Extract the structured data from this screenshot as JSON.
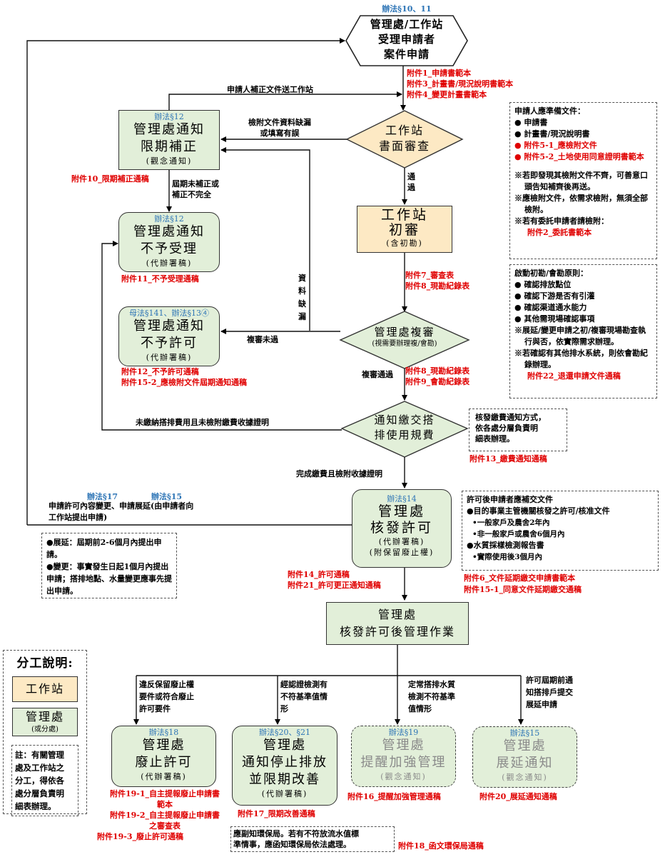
{
  "start": {
    "law": "辦法§10、11",
    "lines": [
      "管理處/工作站",
      "受理申請者",
      "案件申請"
    ],
    "attachments": [
      "附件1_申請書範本",
      "附件3_計畫書/現況說明書範本",
      "附件4_變更計畫書範本"
    ]
  },
  "resubmit_label": "申請人補正文件送工作站",
  "review_station": {
    "lines": [
      "工作站",
      "書面審查"
    ]
  },
  "missing_docs_label": [
    "檢附文件資料缺漏",
    "或填寫有誤"
  ],
  "pass_label": [
    "通",
    "過"
  ],
  "notify_correction": {
    "law": "辦法§12",
    "lines": [
      "管理處通知",
      "限期補正"
    ],
    "sub": "(觀念通知)",
    "attachment": "附件10_限期補正通稿"
  },
  "overdue_label": [
    "屆期未補正或",
    "補正不完全"
  ],
  "reject_accept": {
    "law": "辦法§12",
    "lines": [
      "管理處通知",
      "不予受理"
    ],
    "sub": "(代辦署稿)",
    "attachment": "附件11_不予受理通稿"
  },
  "data_missing_label": [
    "資",
    "料",
    "缺",
    "漏"
  ],
  "initial_review": {
    "lines": [
      "工作站",
      "初審"
    ],
    "sub": "(含初勘)",
    "attachments": [
      "附件7_審查表",
      "附件8_現勘紀錄表"
    ]
  },
  "reject_permit": {
    "law": "母法§141、辦法§13④",
    "lines": [
      "管理處通知",
      "不予許可"
    ],
    "sub": "(代辦署稿)",
    "attachments": [
      "附件12_不予許可通稿",
      "附件15-2_應檢附文件屆期通知通稿"
    ]
  },
  "second_review": {
    "lines": [
      "管理處複審"
    ],
    "sub": "(視需要辦理複/會勘)",
    "fail_label": "複審未過",
    "pass_label": "複審通過",
    "attachments": [
      "附件8_現勘紀錄表",
      "附件9_會勘紀錄表"
    ]
  },
  "fee_notice": {
    "lines": [
      "通知繳交搭",
      "排使用規費"
    ],
    "unpaid_label": "未繳納搭排費用且未檢附繳費收據證明",
    "paid_label": "完成繳費且檢附收據證明",
    "note": [
      "核發繳費通知方式，",
      "依各處分層負責明",
      "細表辦理。"
    ],
    "attachment": "附件13_繳費通知通稿"
  },
  "applicant_docs_note": {
    "title": "申請人應準備文件：",
    "bullets": [
      {
        "text": "申請書",
        "red": false
      },
      {
        "text": "計畫書/現況說明書",
        "red": false
      },
      {
        "text": "附件5-1_應檢附文件",
        "red": true
      },
      {
        "text": "附件5-2_土地使用同意證明書範本",
        "red": true
      }
    ],
    "remarks": [
      "※若即發現其檢附文件不齊，可善意口頭告知補齊後再送。",
      "※應檢附文件，依需求檢附，無須全部檢附。",
      "※若有委託申請者請檢附："
    ],
    "attachment": "附件2_委託書範本"
  },
  "inspection_note": {
    "title": "啟動初勘/會勘原則：",
    "bullets": [
      "確認排放點位",
      "確認下游是否有引灌",
      "確認渠道通水能力",
      "其他需現場確認事項"
    ],
    "remarks": [
      "※展延/變更申請之初/複審現場勘查執行與否，依實際需求辦理。",
      "※若確認有其他排水系統，則依會勘紀錄辦理。"
    ],
    "attachment": "附件22_退還申請文件通稿"
  },
  "change_extend": {
    "laws": [
      "辦法§17",
      "辦法§15"
    ],
    "label": [
      "申請許可內容變更、申請展延(由申請者向",
      "工作站提出申請)"
    ],
    "note": [
      "●展延：屆期前2-6個月內提出申請。",
      "●變更：事實發生日起1個月內提出申請；搭排地點、水量變更應事先提出申請。"
    ]
  },
  "issue_permit": {
    "law": "辦法§14",
    "lines": [
      "管理處",
      "核發許可"
    ],
    "subs": [
      "(代辦署稿)",
      "(附保留廢止權)"
    ],
    "attachments": [
      "附件14_許可通稿",
      "附件21_許可更正通知通稿"
    ]
  },
  "post_permit_docs": {
    "title": "許可後申請者應補交文件",
    "items": [
      {
        "text": "●目的事業主管機關核發之許可/核准文件",
        "level": 0
      },
      {
        "text": "•一般家戶及農舍2年內",
        "level": 1
      },
      {
        "text": "•非一般家戶或農舍6個月內",
        "level": 1
      },
      {
        "text": "●水質採樣檢測報告書",
        "level": 0
      },
      {
        "text": "•實際使用後3個月內",
        "level": 1
      }
    ],
    "attachments": [
      "附件6_文件延期繳交申請書範本",
      "附件15-1_同意文件延期繳交通稿"
    ]
  },
  "post_management": {
    "lines": [
      "管理處",
      "核發許可後管理作業"
    ]
  },
  "branches": [
    {
      "condition": [
        "違反保留廢止權",
        "要件或符合廢止",
        "許可要件"
      ],
      "law": "辦法§18",
      "lines": [
        "管理處",
        "廢止許可"
      ],
      "sub": "(代辦署稿)",
      "faded": false,
      "attachments": [
        "附件19-1_自主提報廢止申請書",
        "範本",
        "附件19-2_自主提報廢止申請書",
        "之審查表",
        "附件19-3_廢止許可通稿"
      ]
    },
    {
      "condition": [
        "經認證檢測有",
        "不符基準值情",
        "形"
      ],
      "law": "辦法§20、§21",
      "lines": [
        "管理處",
        "通知停止排放",
        "並限期改善"
      ],
      "sub": "(代辦署稿)",
      "faded": false,
      "attachments": [
        "附件17_限期改善通稿"
      ]
    },
    {
      "condition": [
        "定常搭排水質",
        "檢測不符基準",
        "值情形"
      ],
      "law": "辦法§19",
      "lines": [
        "管理處",
        "提醒加強管理"
      ],
      "sub": "(觀念通知)",
      "faded": true,
      "attachments": [
        "附件16_提醒加強管理通稿"
      ]
    },
    {
      "condition": [
        "許可屆期前通",
        "知搭排戶提交",
        "展延申請"
      ],
      "law": "辦法§15",
      "lines": [
        "管理處",
        "展延通知"
      ],
      "sub": "(觀念通知)",
      "faded": true,
      "attachments": [
        "附件20_展延通知通稿"
      ]
    }
  ],
  "epa_note": [
    "應副知環保局。若有不符放流水值標",
    "準情事，應函知環保局依法處理。"
  ],
  "epa_attachment": "附件18_函文環保局通稿",
  "legend": {
    "title": "分工說明:",
    "station": "工作站",
    "office": "管理處",
    "office_sub": "(或分處)",
    "note": [
      "註：有關管理",
      "處及工作站之",
      "分工，得依各",
      "處分層負責明",
      "細表辦理。"
    ]
  },
  "colors": {
    "station_fill": "#fde9c4",
    "office_fill": "#e2efd9",
    "attachment_red": "#e00000",
    "law_blue": "#2e75b6"
  }
}
